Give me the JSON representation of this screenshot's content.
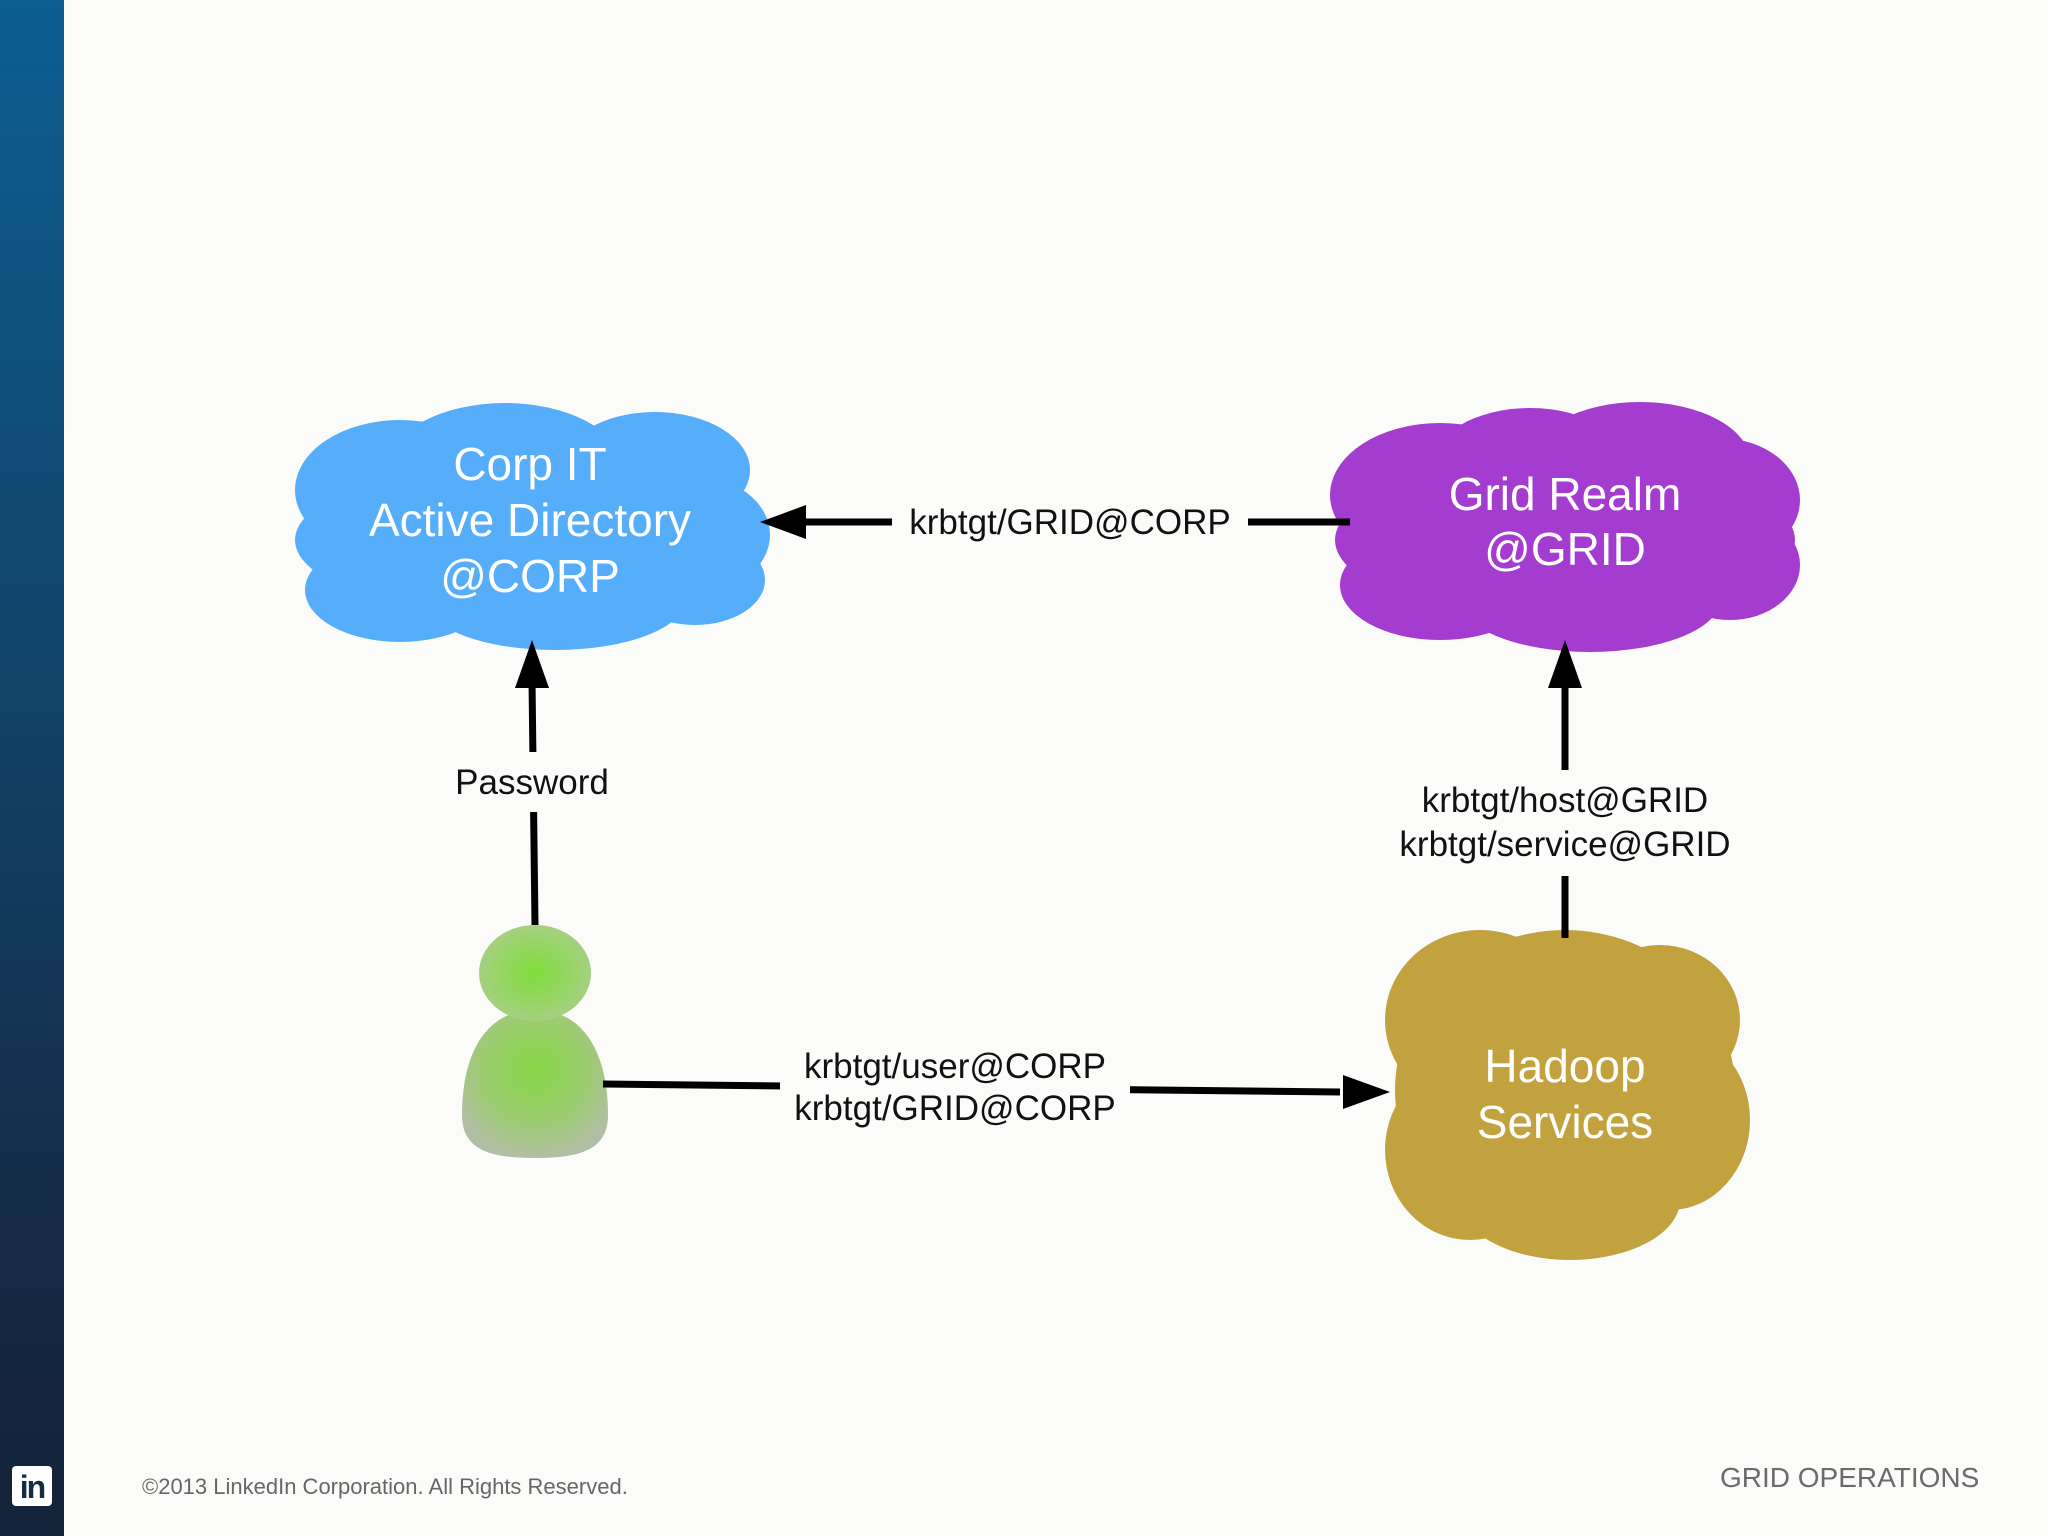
{
  "nodes": {
    "corp": {
      "lines": [
        "Corp IT",
        "Active Directory",
        "@CORP"
      ],
      "color": "#56adfa"
    },
    "grid": {
      "lines": [
        "Grid Realm",
        "@GRID"
      ],
      "color": "#a33ccf"
    },
    "hadoop": {
      "lines": [
        "Hadoop",
        "Services"
      ],
      "color": "#c2a13f"
    },
    "user": {
      "icon": "user-icon",
      "color": "#9ccb70"
    }
  },
  "edges": {
    "grid_to_corp": {
      "lines": [
        "krbtgt/GRID@CORP"
      ]
    },
    "user_to_corp": {
      "lines": [
        "Password"
      ]
    },
    "hadoop_to_grid": {
      "lines": [
        "krbtgt/host@GRID",
        "krbtgt/service@GRID"
      ]
    },
    "user_to_hadoop": {
      "lines": [
        "krbtgt/user@CORP",
        "krbtgt/GRID@CORP"
      ]
    }
  },
  "footer": {
    "copyright": "©2013 LinkedIn Corporation. All Rights Reserved.",
    "section": "GRID OPERATIONS",
    "logo_text": "in"
  }
}
